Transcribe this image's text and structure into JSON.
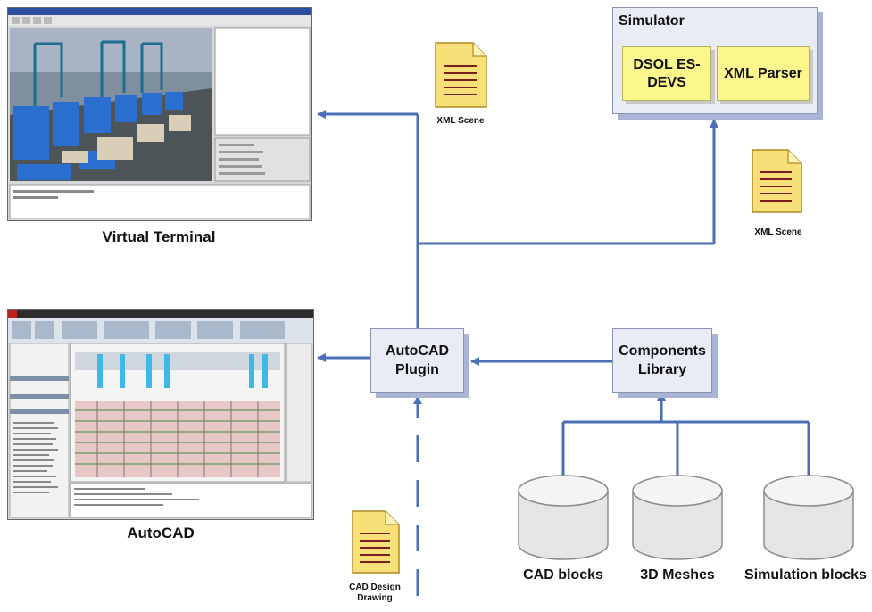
{
  "simulator": {
    "title": "Simulator",
    "dsol": "DSOL ES-\nDEVS",
    "xml_parser": "XML Parser"
  },
  "plugin": {
    "label": "AutoCAD\nPlugin"
  },
  "library": {
    "label": "Components\nLibrary"
  },
  "docs": {
    "xml_scene_top": "XML Scene",
    "xml_scene_right": "XML Scene",
    "cad_design": "CAD Design\nDrawing"
  },
  "screens": {
    "virtual_terminal": "Virtual Terminal",
    "autocad": "AutoCAD"
  },
  "databases": {
    "cad_blocks": "CAD blocks",
    "meshes": "3D Meshes",
    "simulation": "Simulation blocks"
  },
  "colors": {
    "arrow": "#4a6fb5",
    "box_fill": "#e9ecf4",
    "yellow_fill": "#fbf78c",
    "doc_fill": "#f8e078"
  }
}
